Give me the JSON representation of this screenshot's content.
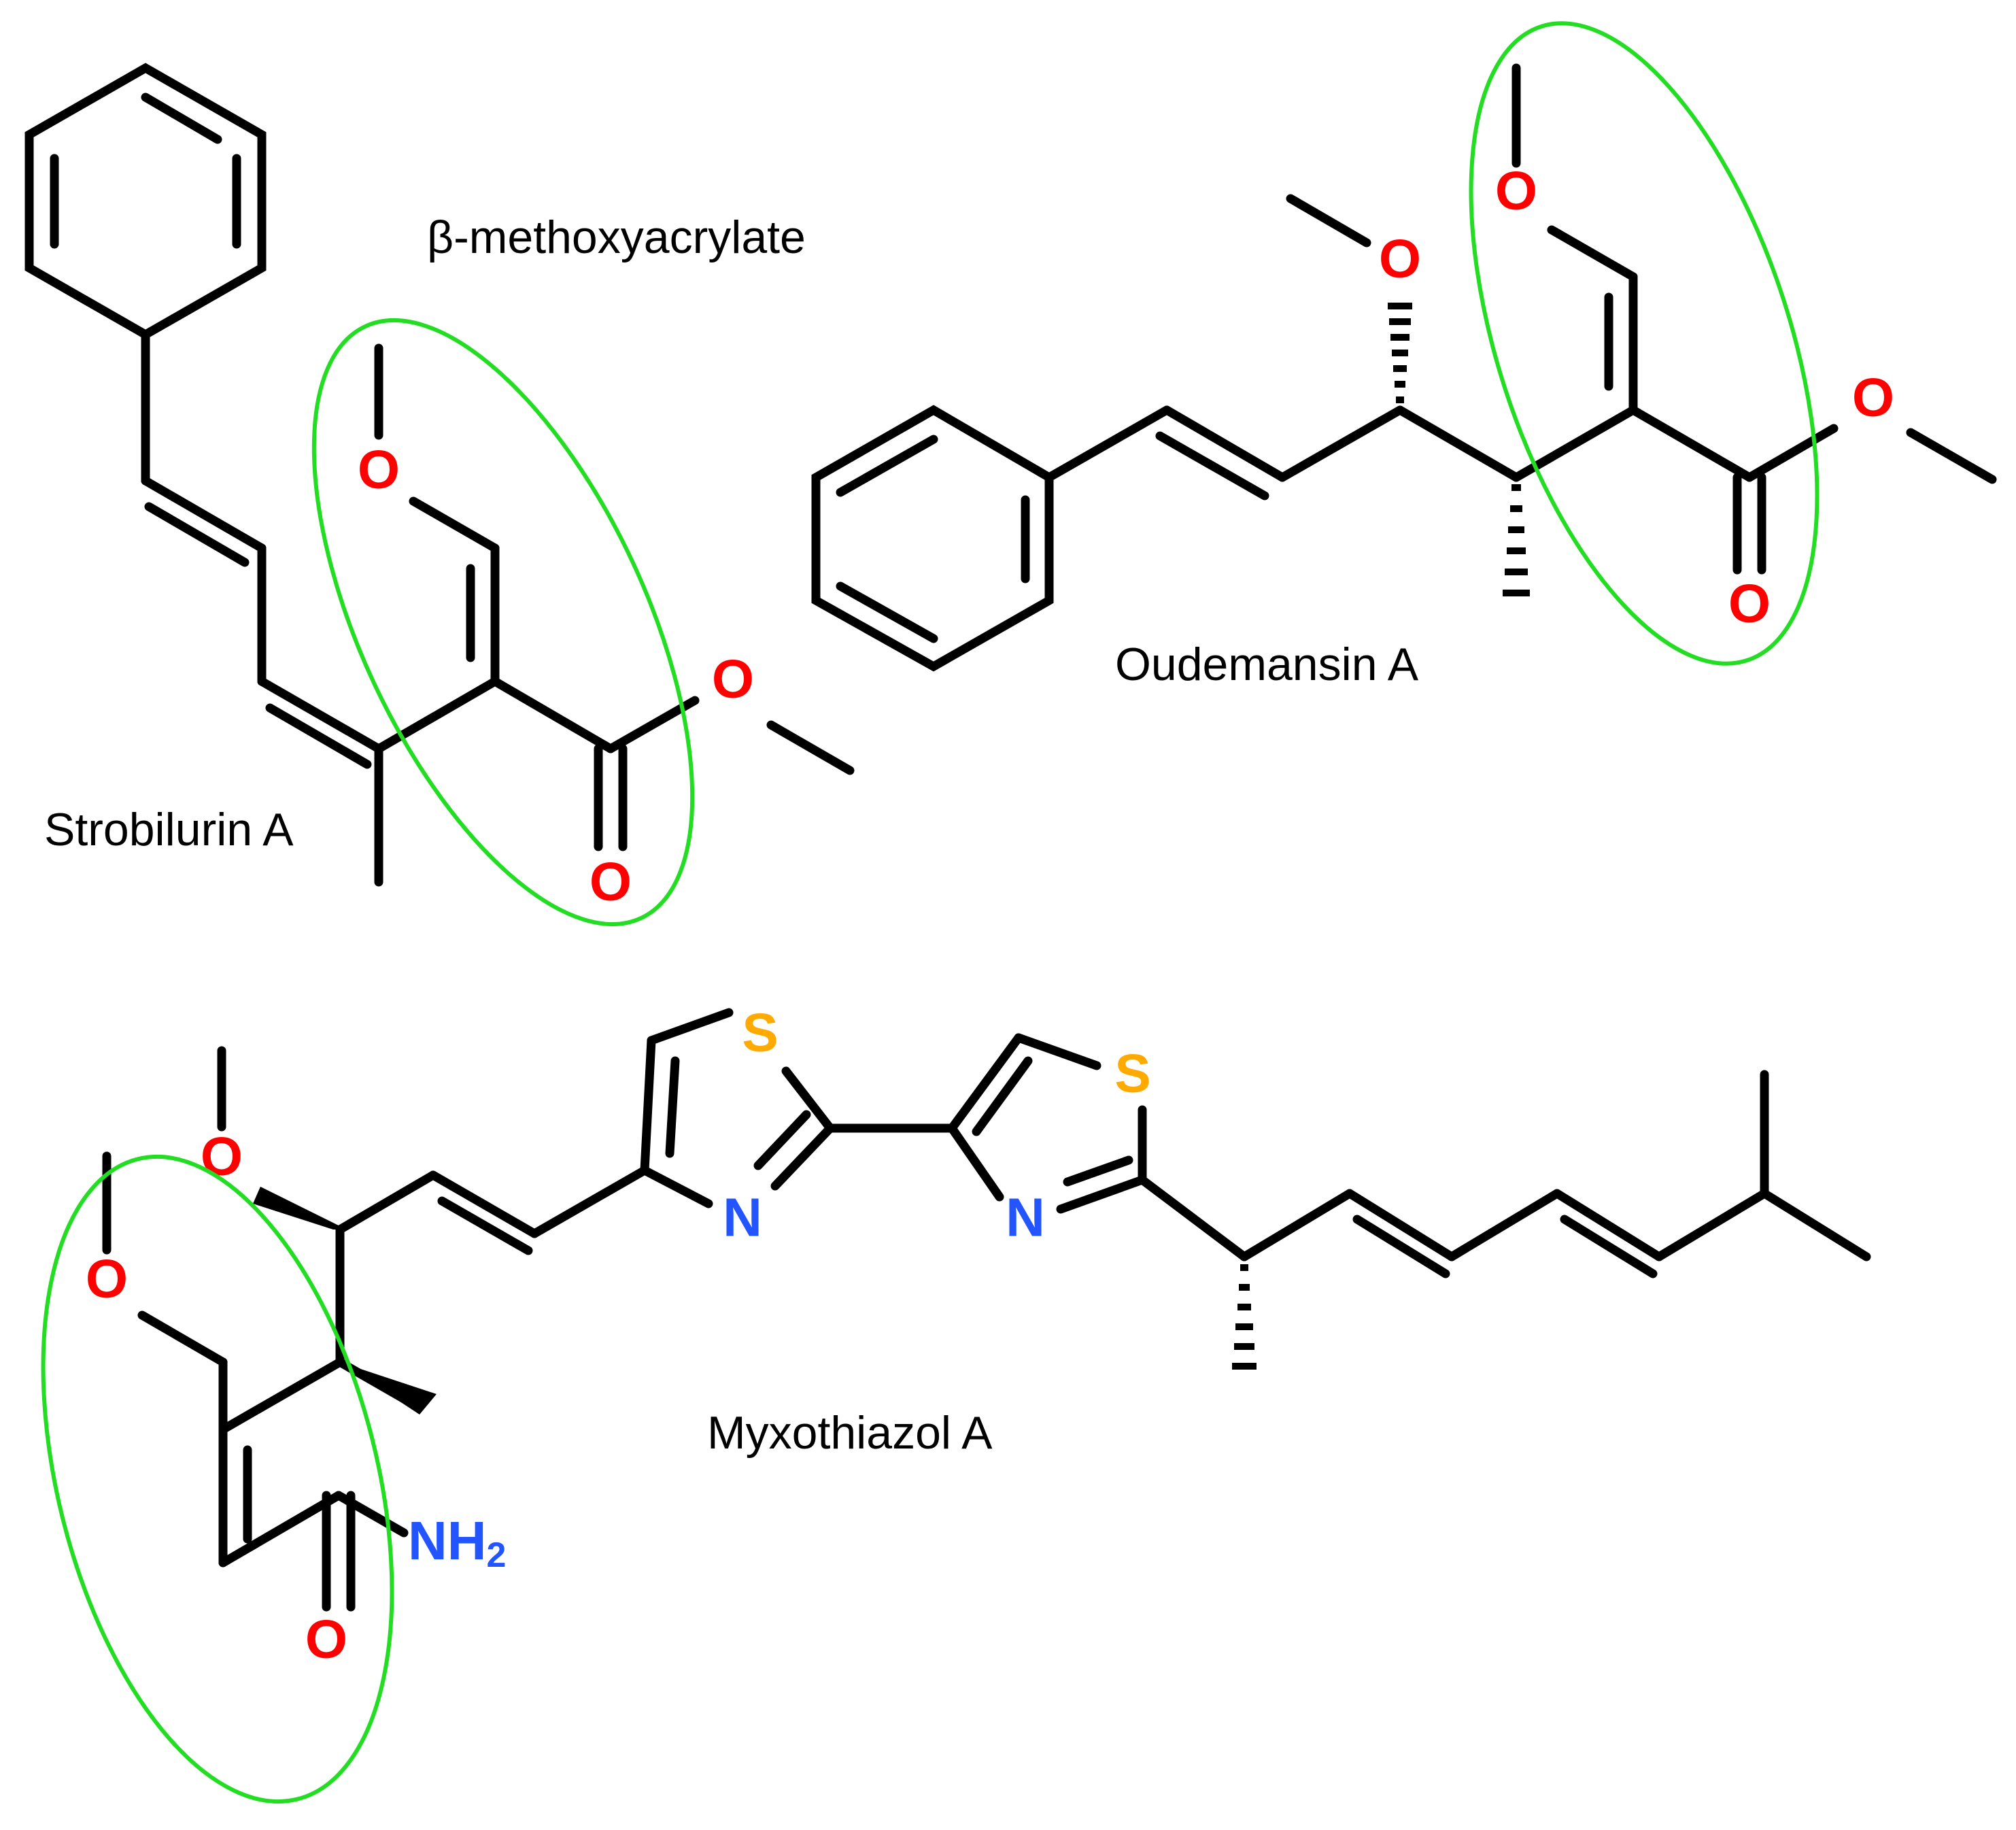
{
  "colors": {
    "bond": "#000000",
    "oxygen": "#ff0000",
    "nitrogen": "#2255ff",
    "sulfur": "#ffaa00",
    "highlight": "#22dd22"
  },
  "labels": {
    "pharmacophore": "β-methoxyacrylate",
    "strobilurin": "Strobilurin A",
    "oudemansin": "Oudemansin A",
    "myxothiazol": "Myxothiazol A"
  },
  "atoms": {
    "oxygen": "O",
    "nitrogen": "N",
    "sulfur": "S",
    "amine_main": "NH",
    "amine_sub": "2"
  }
}
